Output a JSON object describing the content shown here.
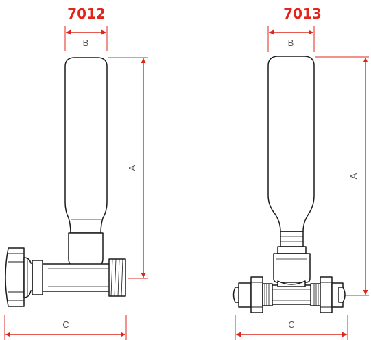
{
  "products": [
    {
      "id": "7012",
      "labels": {
        "a": "A",
        "b": "B",
        "c": "C"
      }
    },
    {
      "id": "7013",
      "labels": {
        "a": "A",
        "b": "B",
        "c": "C"
      }
    }
  ],
  "colors": {
    "accent": "#e1251b",
    "outline": "#1a1a1a",
    "label": "#555555"
  }
}
